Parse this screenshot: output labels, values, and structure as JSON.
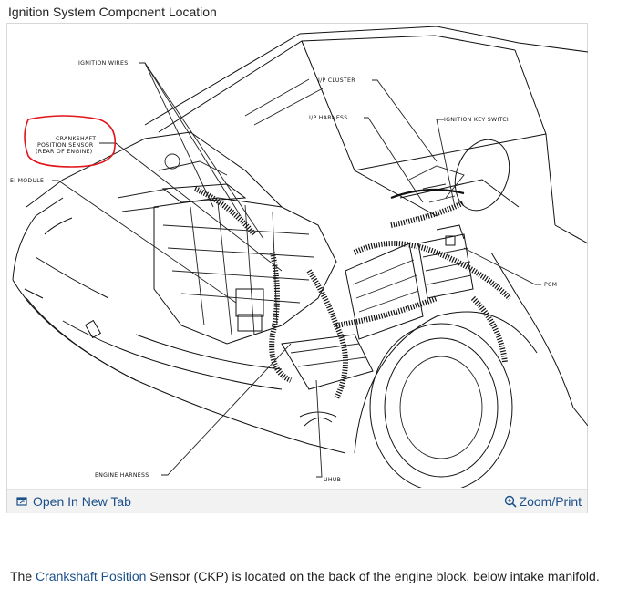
{
  "page": {
    "title": "Ignition System Component Location"
  },
  "diagram": {
    "labels": {
      "ignition_wires": "IGNITION WIRES",
      "ip_cluster": "I/P CLUSTER",
      "ip_harness": "I/P HARNESS",
      "ignition_key_switch": "IGNITION KEY SWITCH",
      "ckp_line1": "CRANKSHAFT",
      "ckp_line2": "POSITION SENSOR",
      "ckp_line3": "(REAR OF ENGINE)",
      "ei_module": "EI MODULE",
      "pcm": "PCM",
      "engine_harness": "ENGINE HARNESS",
      "uhub": "UHUB"
    },
    "highlight_color": "#e0161b"
  },
  "toolbar": {
    "open_tab_label": "Open In New Tab",
    "zoom_print_label": "Zoom/Print"
  },
  "caption": {
    "before": "The ",
    "link": "Crankshaft Position",
    "after": " Sensor (CKP) is located on the back of the engine block, below intake manifold."
  },
  "colors": {
    "link": "#1a4f8a",
    "toolbar_bg": "#f2f2f2"
  }
}
